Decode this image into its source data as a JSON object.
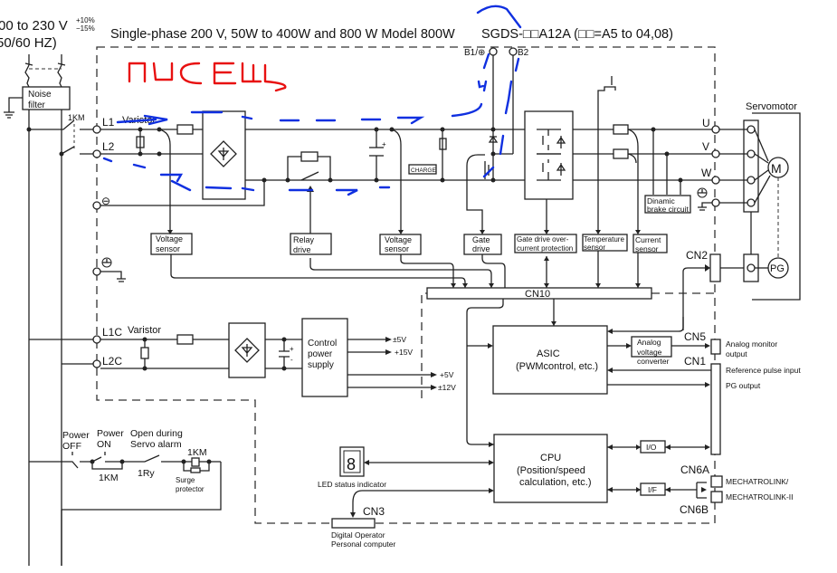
{
  "header": {
    "supply_voltage": "00 to 230 V",
    "tolerance_plus": "+10%",
    "tolerance_minus": "−15%",
    "frequency": "50/60 HZ)",
    "title": "Single-phase 200 V, 50W to 400W and 800 W Model 800W",
    "model": "SGDS-□□A12A (□□=A5 to 04,08)"
  },
  "input": {
    "noise_filter": [
      "Noise",
      "filter"
    ],
    "contactor": "1KM",
    "terminals": [
      "L1",
      "L2",
      "⊖"
    ],
    "varistor": "Varistor"
  },
  "main_circuit": {
    "b1": "B1/⊕",
    "b2": "B2",
    "charge": "CHARGE",
    "outputs": [
      "U",
      "V",
      "W"
    ],
    "dynamic_brake": [
      "Dinamic",
      "brake circuit"
    ]
  },
  "motor": {
    "label": "Servomotor",
    "motor_symbol": "M",
    "encoder_symbol": "PG"
  },
  "sensor_blocks": [
    {
      "line1": "Voltage",
      "line2": "sensor"
    },
    {
      "line1": "Relay",
      "line2": "drive"
    },
    {
      "line1": "Voltage",
      "line2": "sensor"
    },
    {
      "line1": "Gate",
      "line2": "drive"
    },
    {
      "line1": "Gate drive over-",
      "line2": "current protection"
    },
    {
      "line1": "Temperature",
      "line2": "sensor"
    },
    {
      "line1": "Current",
      "line2": "sensor"
    }
  ],
  "connectors": {
    "cn10": "CN10",
    "cn2": "CN2",
    "cn5": "CN5",
    "cn1": "CN1",
    "cn6a": "CN6A",
    "cn6b": "CN6B",
    "cn3": "CN3"
  },
  "control_power": {
    "terminals": [
      "L1C",
      "L2C"
    ],
    "varistor": "Varistor",
    "block": [
      "Control",
      "power",
      "supply"
    ],
    "outputs": [
      "±5V",
      "+15V",
      "+5V",
      "±12V"
    ]
  },
  "asic": {
    "title": "ASIC",
    "subtitle": "(PWMcontrol, etc.)",
    "analog_converter": [
      "Analog",
      "voltage",
      "converter"
    ]
  },
  "io_labels": {
    "analog_monitor": [
      "Analog monitor",
      "output"
    ],
    "reference_pulse": "Reference pulse input",
    "pg_output": "PG output",
    "mechatrolink_1": "MECHATROLINK/",
    "mechatrolink_2": "MECHATROLINK-II"
  },
  "cpu": {
    "title": "CPU",
    "line2": "(Position/speed",
    "line3": "calculation, etc.)",
    "io": "I/O",
    "if": "I/F"
  },
  "led": {
    "digit": "8",
    "label": "LED status indicator"
  },
  "cn3_labels": [
    "Digital Operator",
    "Personal computer"
  ],
  "control_circuit": {
    "power_off": [
      "Power",
      "OFF"
    ],
    "power_on": [
      "Power",
      "ON"
    ],
    "servo_alarm": [
      "Open during",
      "Servo alarm"
    ],
    "contact_1km": "1KM",
    "relay": "1Ry",
    "coil_1km": "1KM",
    "surge": [
      "Surge",
      "protector"
    ]
  },
  "annotation": {
    "handwritten_text": "писец",
    "color": "#e81010",
    "arrow_color": "#1030e0"
  }
}
